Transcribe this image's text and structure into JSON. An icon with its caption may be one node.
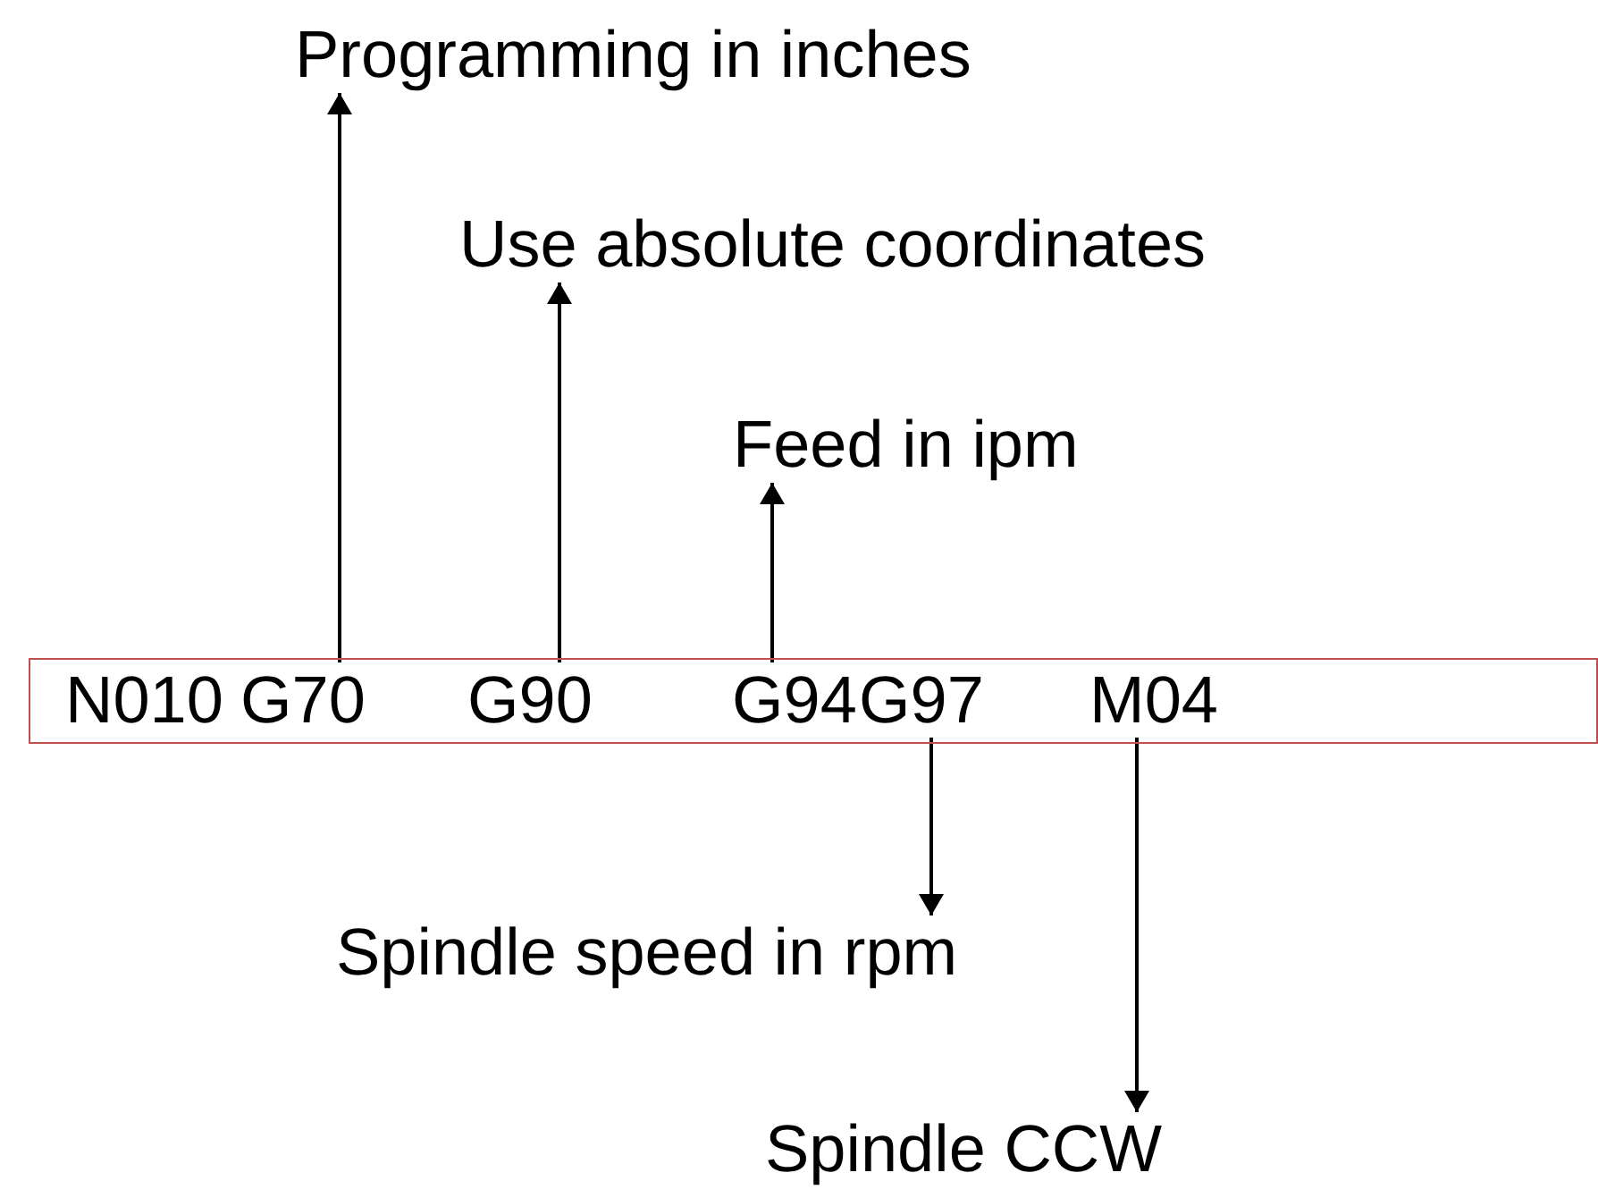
{
  "diagram": {
    "nodes": [
      {
        "text": [],
        "shape": "box"
      },
      {
        "text": [
          "N010"
        ],
        "in": 0
      },
      {
        "text": [
          "G70"
        ],
        "in": 0
      },
      {
        "text": [
          "G90"
        ],
        "in": 0
      },
      {
        "text": [
          "G94"
        ],
        "in": 0
      },
      {
        "text": [
          "G97"
        ],
        "in": 0
      },
      {
        "text": [
          "M04"
        ],
        "in": 0
      },
      {
        "text": [
          "Programming in inches"
        ]
      },
      {
        "text": [
          "Use absolute coordinates"
        ]
      },
      {
        "text": [
          "Feed in ipm"
        ]
      },
      {
        "text": [
          "Spindle speed in rpm"
        ]
      },
      {
        "text": [
          "Spindle CCW"
        ]
      }
    ],
    "edges": [
      {
        "from": 2,
        "to": 7,
        "arrow": "to"
      },
      {
        "from": 3,
        "to": 8,
        "arrow": "to"
      },
      {
        "from": 4,
        "to": 9,
        "arrow": "to"
      },
      {
        "from": 5,
        "to": 10,
        "arrow": "to"
      },
      {
        "from": 6,
        "to": 11,
        "arrow": "to"
      }
    ]
  }
}
